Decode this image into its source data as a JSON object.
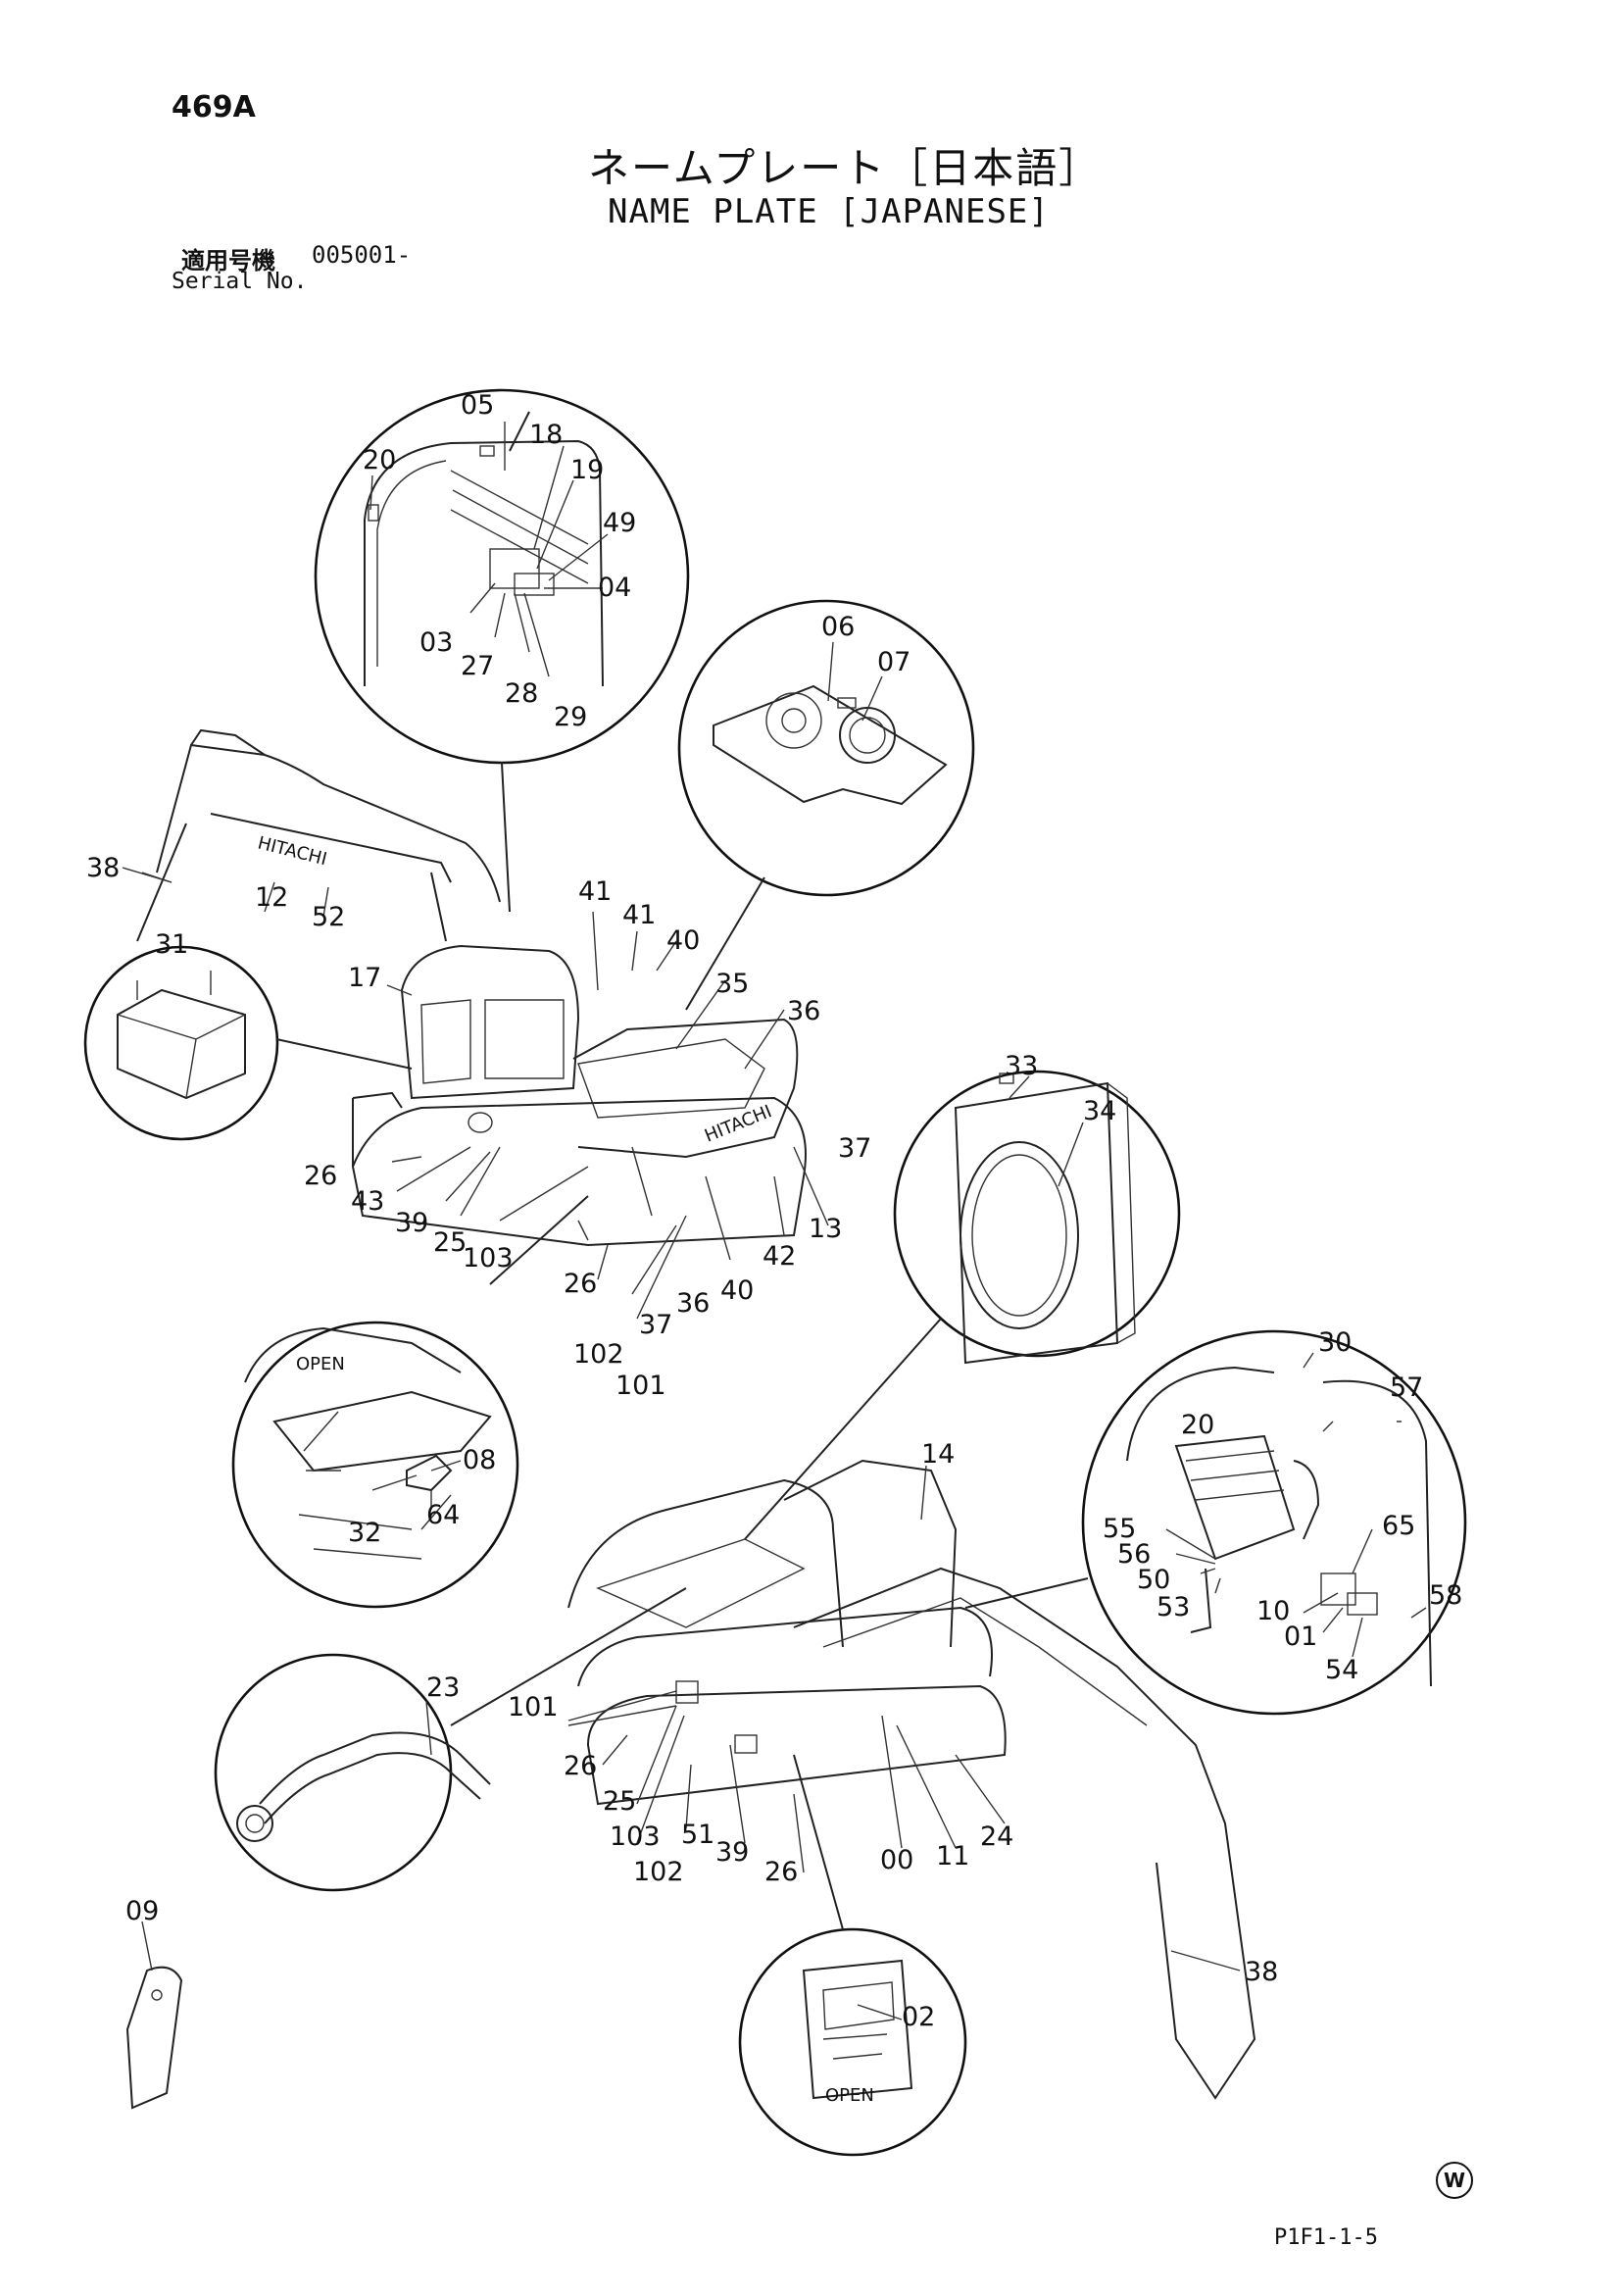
{
  "header": {
    "page_number": "469A",
    "title_jp": "ネームプレート［日本語］",
    "title_en": "NAME PLATE [JAPANESE]",
    "serial_label_jp": "適用号機",
    "serial_value": "005001-",
    "serial_label_en": "Serial No."
  },
  "footer": {
    "drawing_code": "P1F1-1-5",
    "mark": "W"
  },
  "inner_labels": {
    "open_1": "OPEN",
    "open_2": "OPEN",
    "hitachi_1": "HITACHI",
    "hitachi_2": "HITACHI"
  },
  "callouts": [
    "05",
    "18",
    "20",
    "19",
    "49",
    "04",
    "03",
    "27",
    "28",
    "29",
    "06",
    "07",
    "38",
    "12",
    "52",
    "31",
    "41",
    "41",
    "40",
    "17",
    "35",
    "36",
    "26",
    "43",
    "39",
    "25",
    "103",
    "37",
    "13",
    "42",
    "40",
    "36",
    "37",
    "26",
    "102",
    "101",
    "33",
    "34",
    "08",
    "32",
    "64",
    "30",
    "57",
    "20",
    "65",
    "55",
    "56",
    "50",
    "53",
    "58",
    "10",
    "01",
    "54",
    "14",
    "23",
    "101",
    "26",
    "25",
    "103",
    "102",
    "51",
    "39",
    "26",
    "00",
    "11",
    "24",
    "09",
    "02",
    "38"
  ]
}
